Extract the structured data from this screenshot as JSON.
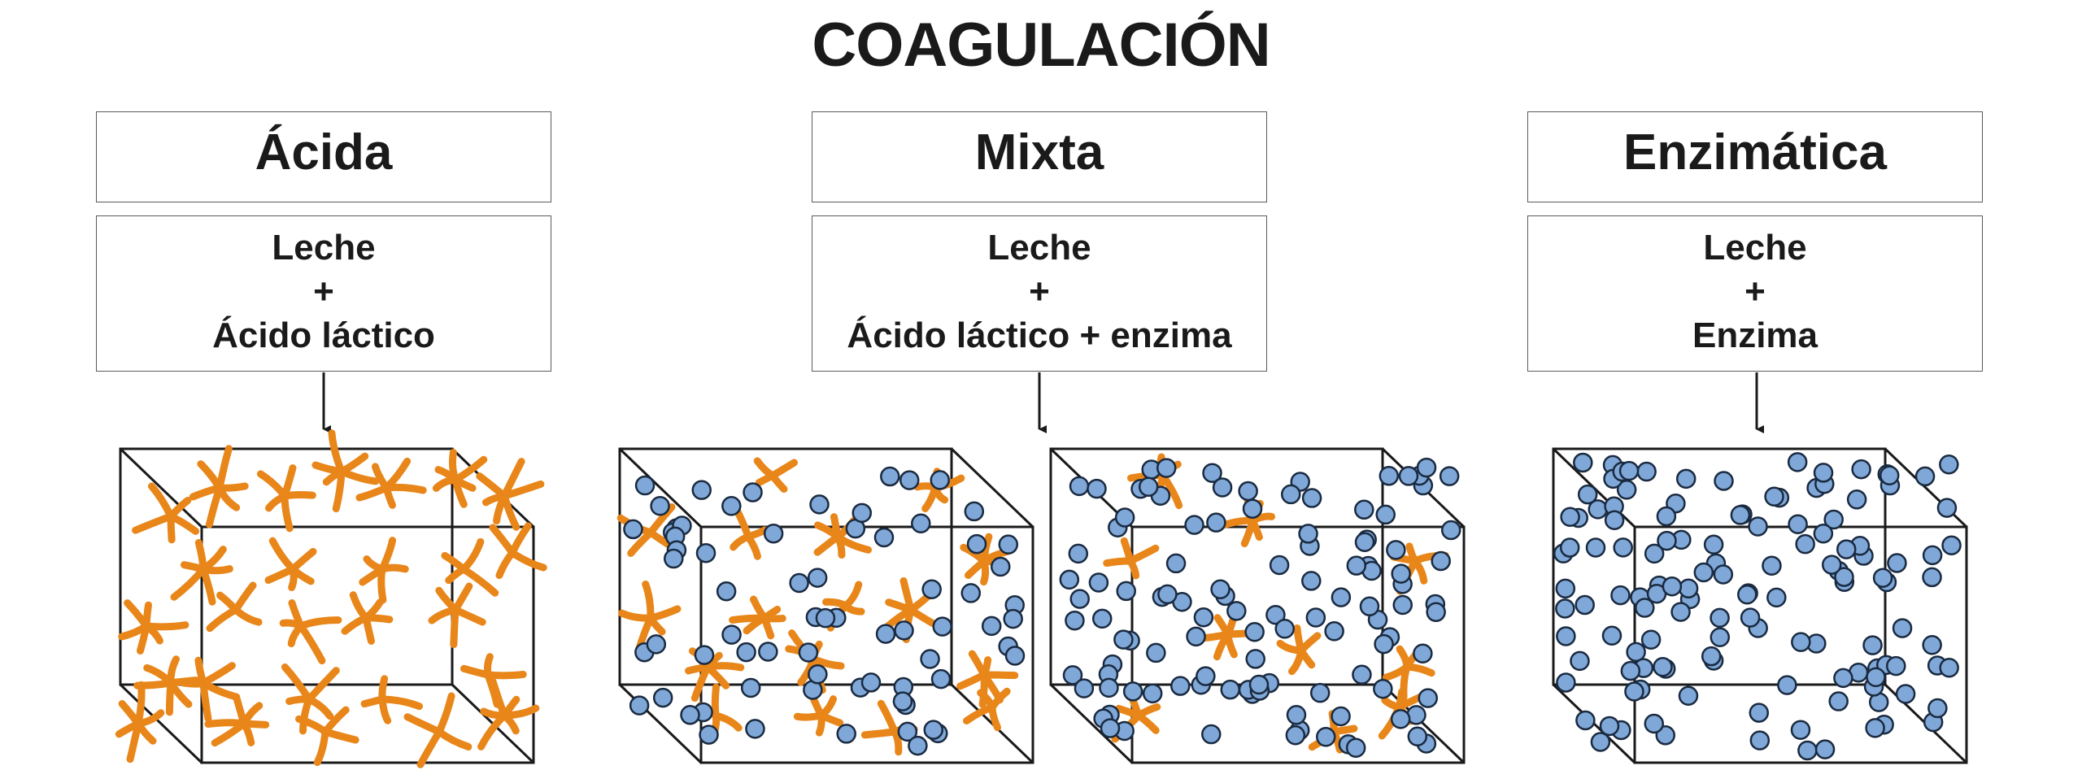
{
  "title": "COAGULACIÓN",
  "columns": [
    {
      "name": "Ácida",
      "line1": "Leche",
      "line2": "+",
      "line3": "Ácido láctico"
    },
    {
      "name": "Mixta",
      "line1": "Leche",
      "line2": "+",
      "line3": "Ácido láctico + enzima"
    },
    {
      "name": "Enzimática",
      "line1": "Leche",
      "line2": "+",
      "line3": "Enzima"
    }
  ],
  "colors": {
    "acid_agent": "#e8861a",
    "enzyme_agent": "#7fa8d8",
    "outline": "#1a1a1a"
  },
  "icons": [
    "orange-branched-fibers",
    "blue-particles",
    "wireframe-box",
    "down-arrow"
  ]
}
